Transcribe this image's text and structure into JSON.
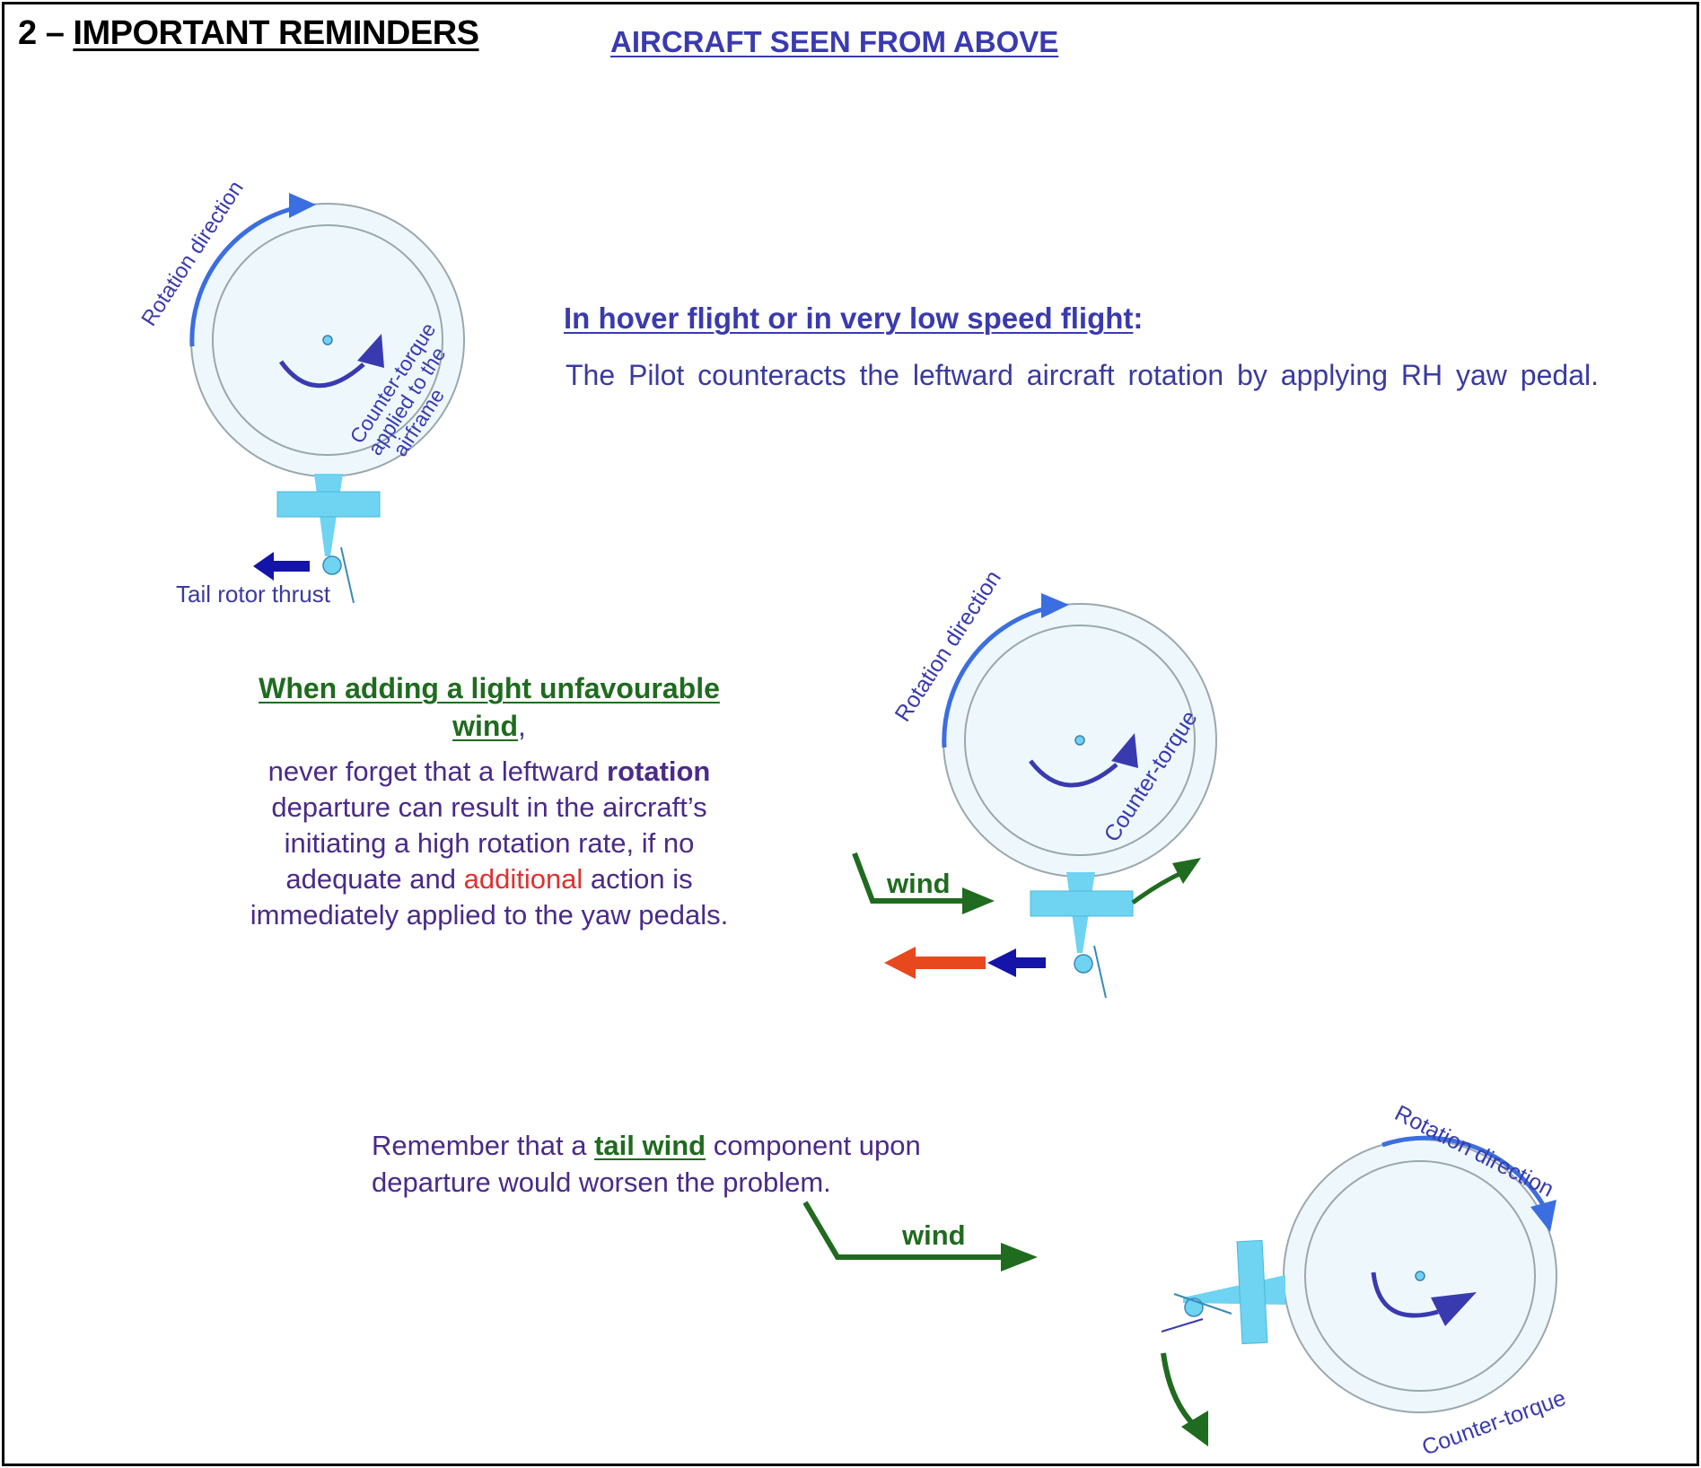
{
  "header": {
    "number": "2 –",
    "title": "IMPORTANT REMINDERS",
    "subtitle": "AIRCRAFT SEEN FROM ABOVE"
  },
  "hover": {
    "heading": "In hover flight or in very low speed flight",
    "heading_punct": ":",
    "text": "The Pilot counteracts the leftward aircraft rotation by applying RH yaw pedal."
  },
  "wind_section": {
    "heading_line1": "When adding a light unfavourable",
    "heading_line2": "wind",
    "heading_punct": ",",
    "text_part1": "never forget that a leftward ",
    "text_bold": "rotation",
    "text_part2": " departure can result in the aircraft’s initiating a high rotation rate, if no adequate and ",
    "text_red": "additional",
    "text_part3": " action is immediately applied to the yaw pedals."
  },
  "tail_section": {
    "text_part1": "Remember that a ",
    "text_tail_wind": "tail wind",
    "text_part2": " component upon departure would worsen the problem."
  },
  "diagram_labels": {
    "rotation_direction": "Rotation direction",
    "counter_torque_applied_line1": "Counter-torque",
    "counter_torque_applied_line2": "applied to the",
    "counter_torque_applied_line3": "airframe",
    "counter_torque": "Counter-torque",
    "tail_rotor_thrust": "Tail rotor thrust",
    "wind": "wind"
  },
  "colors": {
    "title_blue": "#3a3ab0",
    "text_blue": "#3a3aa0",
    "text_purple": "#4a2a8a",
    "green": "#1f6b1f",
    "red": "#e03030",
    "rotor_fill": "#eef8fc",
    "airframe_cyan": "#6fd3f2",
    "rotation_arrow": "#3b6ee0",
    "thrust_arrow": "#1414a8",
    "extra_arrow": "#e8481e"
  }
}
